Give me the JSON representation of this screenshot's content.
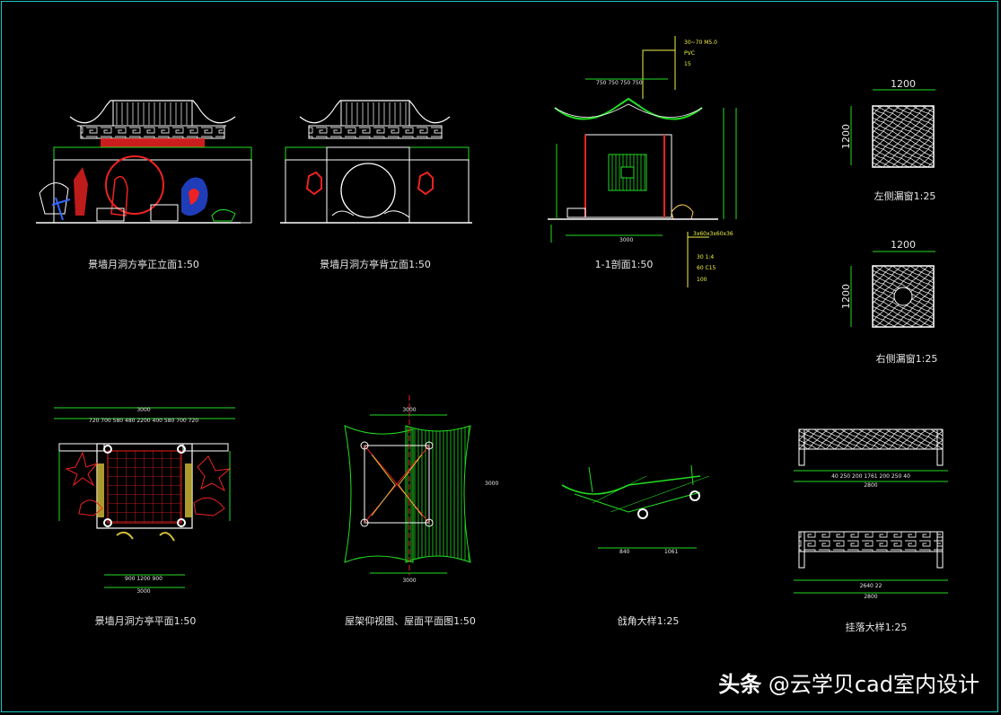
{
  "captions": {
    "front_elevation": "景墙月洞方亭正立面1:50",
    "back_elevation": "景墙月洞方亭背立面1:50",
    "section": "1-1剖面1:50",
    "left_window": "左侧漏窗1:25",
    "right_window": "右侧漏窗1:25",
    "plan": "景墙月洞方亭平面1:50",
    "roof_plan": "屋架仰视图、屋面平面图1:50",
    "eave_detail": "戗角大样1:25",
    "hanging_detail": "挂落大样1:25"
  },
  "window_dims": {
    "width": "1200",
    "height": "1200"
  },
  "watermark": {
    "brand": "头条",
    "account": "@云学贝cad室内设计"
  },
  "colors": {
    "background": "#000000",
    "frame": "#18c8c8",
    "line": "#ffffff",
    "accent_green": "#22dd22",
    "accent_red": "#ee2222",
    "accent_yellow": "#f2f24a"
  }
}
